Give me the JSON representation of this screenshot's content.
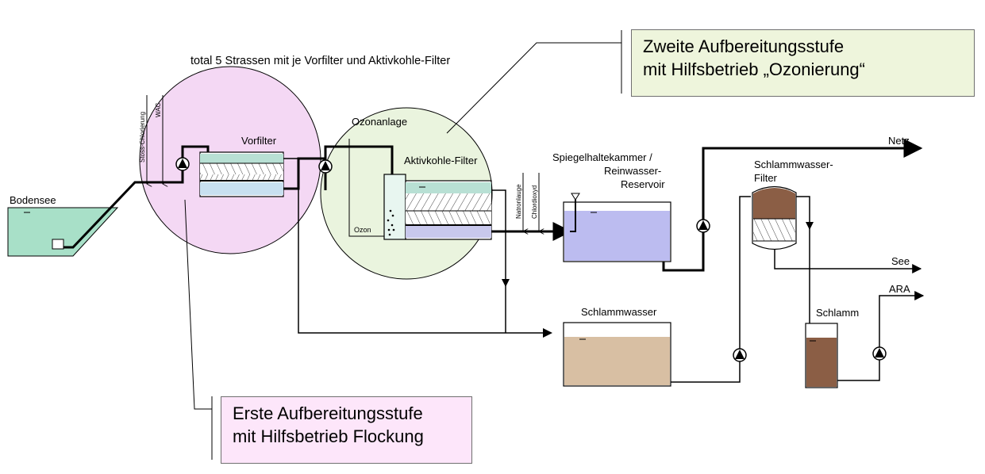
{
  "title": "total 5 Strassen mit je Vorfilter und Aktivkohle-Filter",
  "callouts": {
    "second_stage": {
      "line1": "Zweite Aufbereitungsstufe",
      "line2": "mit Hilfsbetrieb „Ozonierung“",
      "color": "#eef5dc"
    },
    "first_stage": {
      "line1": "Erste Aufbereitungsstufe",
      "line2": "mit Hilfsbetrieb Flockung",
      "color": "#fde6fa"
    }
  },
  "labels": {
    "bodensee": "Bodensee",
    "vorfilter": "Vorfilter",
    "ozonanlage": "Ozonanlage",
    "ozon": "Ozon",
    "aktivkohle": "Aktivkohle-Filter",
    "spiegel_line1": "Spiegelhaltekammer /",
    "spiegel_line2": "Reinwasser-",
    "spiegel_line3": "Reservoir",
    "schlammwasser_filter_line1": "Schlammwasser-",
    "schlammwasser_filter_line2": "Filter",
    "schlammwasser": "Schlammwasser",
    "schlamm": "Schlamm",
    "netz": "Netz",
    "see": "See",
    "ara": "ARA"
  },
  "dosing": {
    "stoss": "Stoss-Chlorierung",
    "wac": "WAC",
    "natronlauge": "Natronlauge",
    "chlordioxyd": "Chlordioxyd"
  },
  "colors": {
    "lake": "#a8e0c8",
    "zone_pink": "#f4d8f4",
    "zone_green": "#eaf4de",
    "reservoir": "#bcbcf0",
    "sludge_water": "#d8bfa3",
    "sludge": "#8b5e45",
    "filter_top": "#b8e0d4",
    "filter_bottom": "#c8e0f0"
  }
}
